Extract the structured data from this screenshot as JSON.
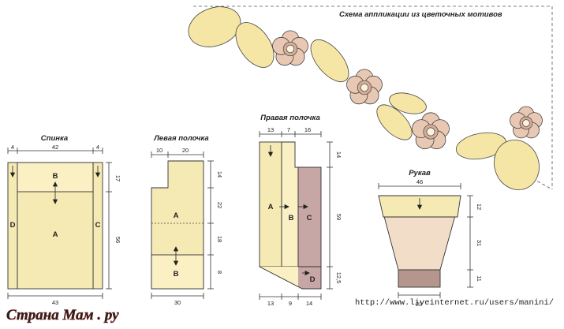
{
  "scheme_title": "Схема аппликации из цветочных мотивов",
  "spinka": {
    "title": "Спинка",
    "top_dims": [
      "4",
      "42",
      "4"
    ],
    "right_dims": [
      "17",
      "56"
    ],
    "bottom_dim": "43",
    "labels": [
      "B",
      "A",
      "D",
      "C"
    ]
  },
  "levaya": {
    "title": "Левая полочка",
    "top_dims": [
      "10",
      "20"
    ],
    "right_dims": [
      "14",
      "22",
      "18",
      "8"
    ],
    "bottom_dim": "30",
    "labels": [
      "A",
      "B"
    ]
  },
  "pravaya": {
    "title": "Правая полочка",
    "top_dims": [
      "13",
      "7",
      "16"
    ],
    "right_dims": [
      "14",
      "59",
      "12,5"
    ],
    "bottom_dims": [
      "13",
      "9",
      "14"
    ],
    "labels": [
      "A",
      "B",
      "C",
      "D"
    ]
  },
  "rukav": {
    "title": "Рукав",
    "top_dim": "46",
    "right_dims": [
      "12",
      "31",
      "11"
    ],
    "bottom_dim": "23"
  },
  "watermark": {
    "site": "Страна Мам . ру",
    "url": "http://www.liveinternet.ru/users/manini/"
  },
  "colors": {
    "petal": "#f5e6a6",
    "panel": "#f6eab4",
    "panel_light": "#faf0c4",
    "flower": "#e8c8b3",
    "rose": "#c7a7a5",
    "sleeve": "#f1ddc8",
    "cuff": "#b5968e",
    "title_red": "#8b1a2b"
  }
}
